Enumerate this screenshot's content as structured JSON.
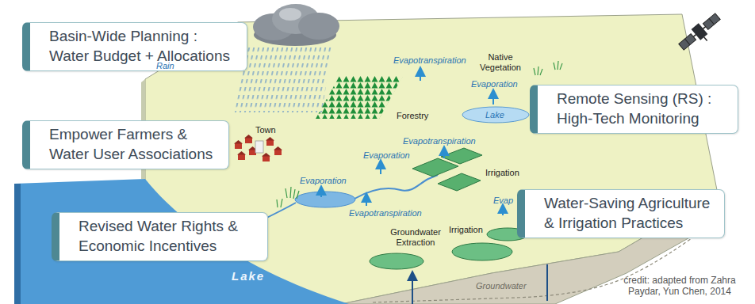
{
  "diagram": {
    "nodes": [
      {
        "text": [
          "Basin-Wide Planning : Water Budget + Allocations"
        ]
      },
      {
        "text": [
          "Remote Sensing (RS) : High-Tech Monitoring"
        ]
      },
      {
        "text": [
          "Empower Farmers & Water User Associations"
        ]
      },
      {
        "text": [
          "Water-Saving Agriculture & Irrigation Practices"
        ]
      },
      {
        "text": [
          "Revised Water Rights & Economic Incentives"
        ]
      }
    ],
    "labels": [
      "Rain",
      "Evapotranspiration",
      "Native Vegetation",
      "Evaporation",
      "Lake",
      "Forestry",
      "Town",
      "Evaporation",
      "Evapotranspiration",
      "Evaporation",
      "Irrigation",
      "Evap",
      "Evapotranspiration",
      "Irrigation",
      "Groundwater Extraction",
      "Lake",
      "Groundwater",
      "credit: adapted from Zahra Paydar, Yun Chen, 2014"
    ]
  }
}
